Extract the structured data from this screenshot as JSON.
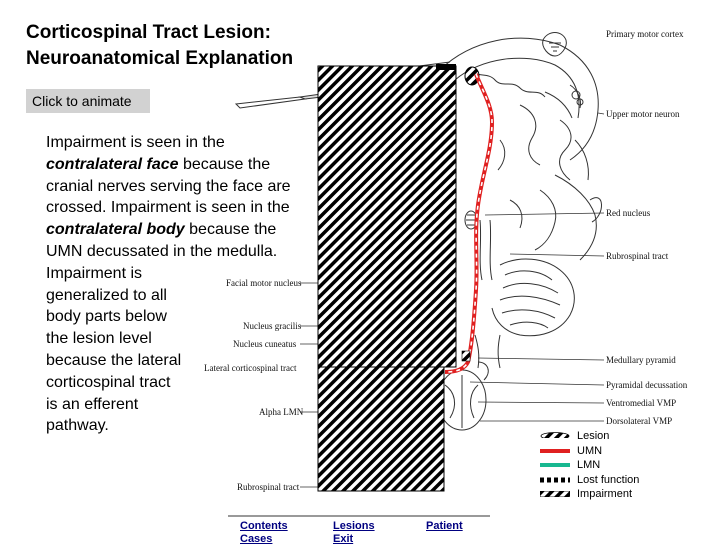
{
  "title": {
    "line1": "Corticospinal Tract Lesion:",
    "line2": "Neuroanatomical Explanation"
  },
  "animate_button": "Click to animate",
  "explanation": {
    "l1": "Impairment is seen in the",
    "l2_em": "contralateral face",
    "l2_rest": " because the",
    "l3": "cranial nerves serving the face are",
    "l4": "crossed. Impairment is seen in the",
    "l5_em": "contralateral body",
    "l5_rest": " because the",
    "l6": "UMN decussated in the medulla.",
    "l7": "Impairment is",
    "l8": "generalized to all",
    "l9": "body parts below",
    "l10": "the lesion level",
    "l11": "because the lateral",
    "l12": "corticospinal tract",
    "l13": "is an efferent",
    "l14": "pathway."
  },
  "anatomy_labels": {
    "primary_motor_cortex": "Primary motor cortex",
    "upper_motor_neuron": "Upper motor neuron",
    "red_nucleus": "Red nucleus",
    "rubrospinal_tract_right": "Rubrospinal tract",
    "facial_motor_nucleus": "Facial motor nucleus",
    "nucleus_gracilis": "Nucleus gracilis",
    "nucleus_cuneatus": "Nucleus cuneatus",
    "medullary_pyramid": "Medullary pyramid",
    "lateral_corticospinal_tract": "Lateral corticospinal tract",
    "pyramidal_decussation": "Pyramidal decussation",
    "ventromedial_vmp": "Ventromedial VMP",
    "dorsolateral_vmp": "Dorsolateral VMP",
    "alpha_lmn": "Alpha LMN",
    "rubrospinal_tract_bottom": "Rubrospinal tract"
  },
  "legend": {
    "lesion": "Lesion",
    "umn": "UMN",
    "lmn": "LMN",
    "lost_function": "Lost function",
    "impairment": "Impairment"
  },
  "footer": {
    "contents": "Contents",
    "lesions": "Lesions",
    "patient": "Patient",
    "cases": "Cases",
    "exit": "Exit"
  },
  "colors": {
    "umn": "#e02020",
    "lmn": "#18b890",
    "button_bg": "#d2d2d2",
    "link": "#000080"
  },
  "icons": [
    "hatch-pattern-icon",
    "scalpel-icon",
    "homunculus-icon"
  ]
}
